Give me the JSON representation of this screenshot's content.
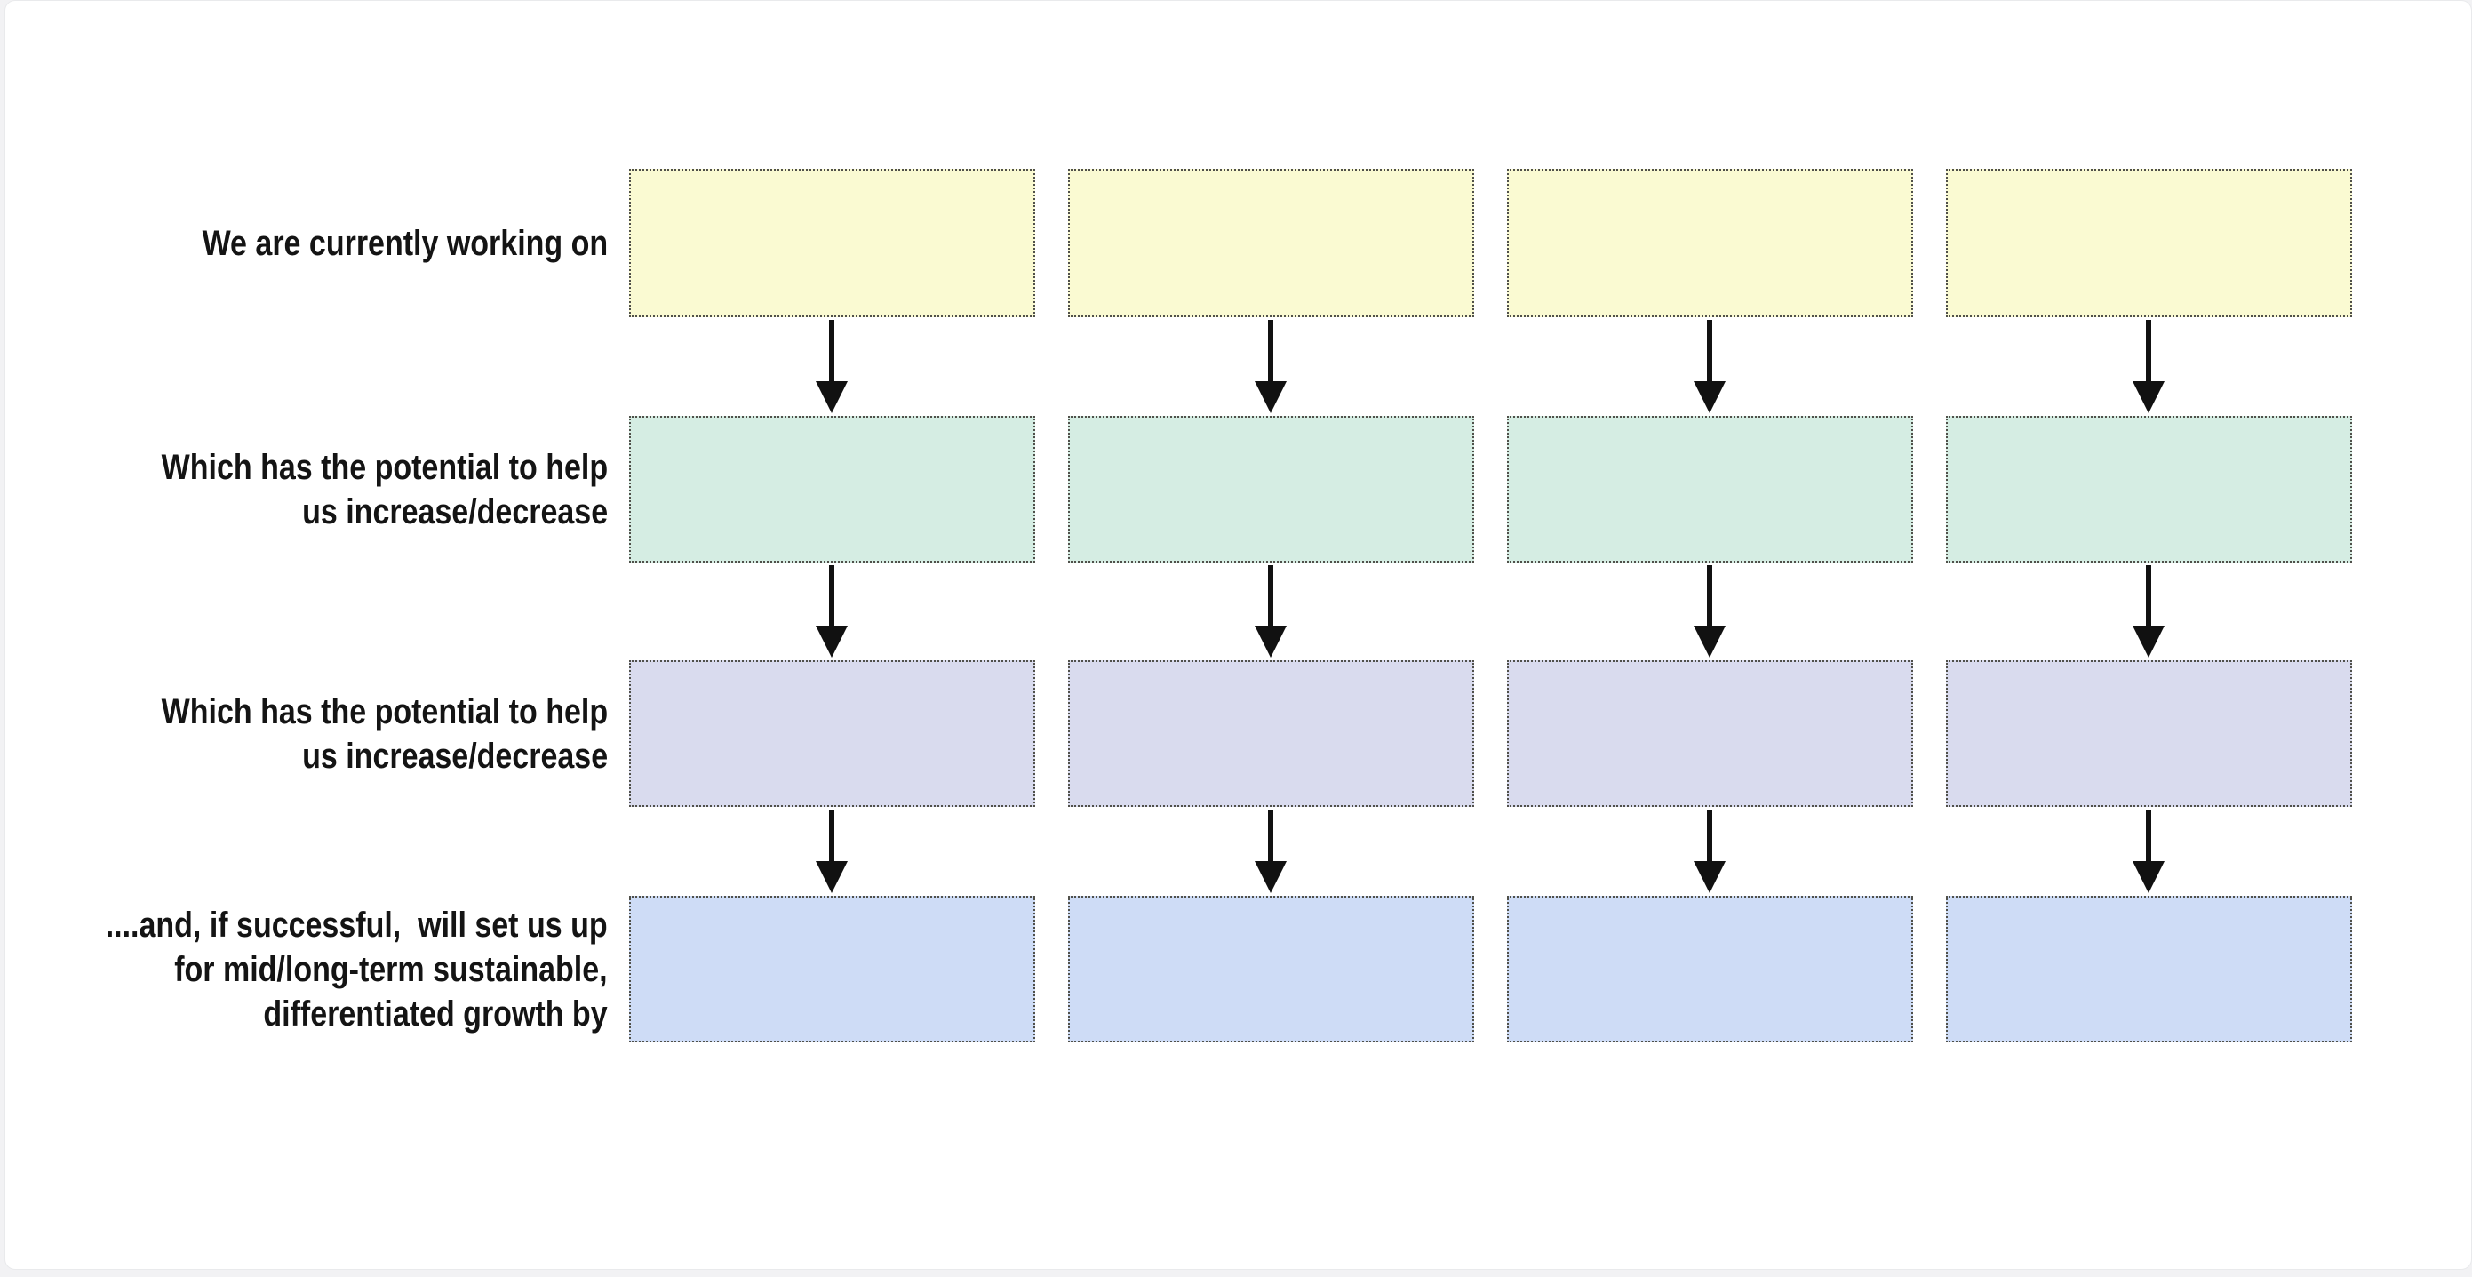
{
  "page": {
    "background_color": "#f2f2f4",
    "canvas_color": "#ffffff"
  },
  "diagram": {
    "columns": 4,
    "box_border_color": "#50504a",
    "arrow_color": "#111111",
    "label_color": "#141414",
    "rows": [
      {
        "label_lines": [
          "We are currently working on"
        ],
        "box_color": "#fafad2"
      },
      {
        "label_lines": [
          "Which has the potential to help",
          "us increase/decrease"
        ],
        "box_color": "#d5ede3"
      },
      {
        "label_lines": [
          "Which has the potential to help",
          "us increase/decrease"
        ],
        "box_color": "#d9dbee"
      },
      {
        "label_lines": [
          "....and, if successful,  will set us up",
          "for mid/long-term sustainable,",
          "differentiated growth by"
        ],
        "box_color": "#cedcf6"
      }
    ]
  }
}
